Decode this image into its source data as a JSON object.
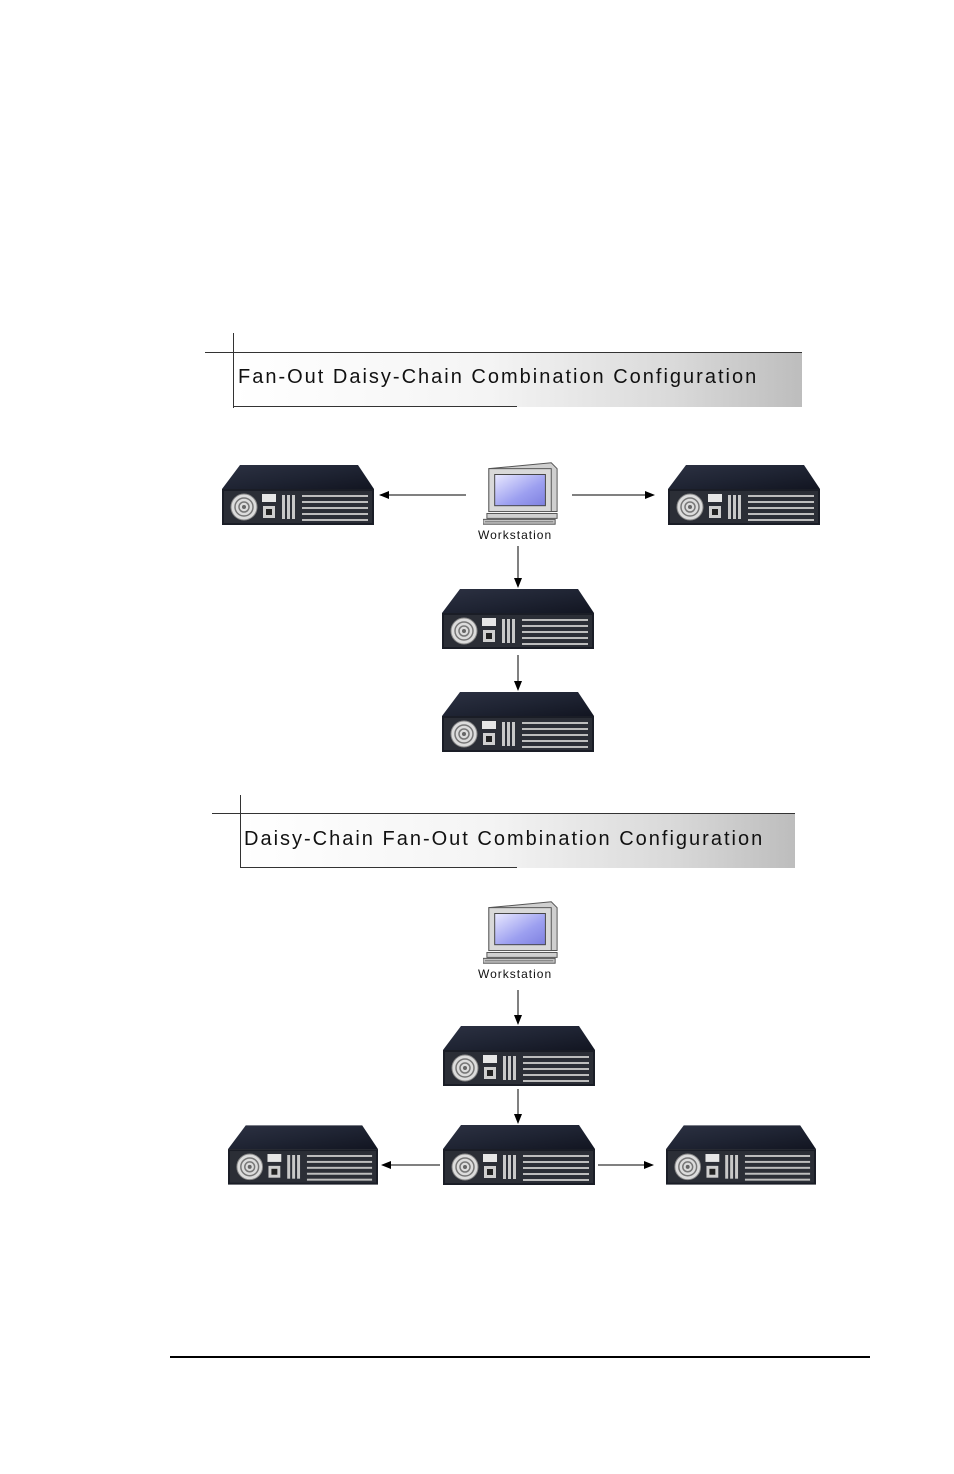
{
  "diagrams": [
    {
      "title": "Fan-Out Daisy-Chain Combination Configuration",
      "workstation_label": "Workstation"
    },
    {
      "title": "Daisy-Chain Fan-Out Combination Configuration",
      "workstation_label": "Workstation"
    }
  ],
  "icons": {
    "server": "server-unit-icon",
    "workstation": "workstation-computer-icon",
    "arrow": "arrow-icon"
  }
}
